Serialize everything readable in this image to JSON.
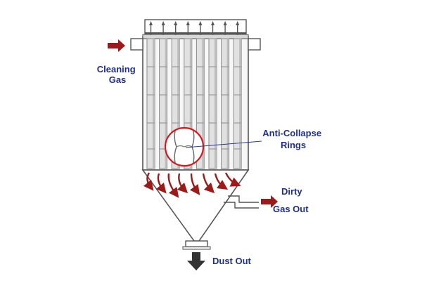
{
  "labels": {
    "cleaning_gas": [
      "Cleaning",
      "Gas"
    ],
    "anti_collapse": [
      "Anti-Collapse",
      "Rings"
    ],
    "dirty_gas": [
      "Dirty",
      "Gas Out"
    ],
    "dust_out": "Dust Out"
  },
  "colors": {
    "label_text": "#1f2f8c",
    "arrow_red": "#9b1b1b",
    "outline": "#555555",
    "bag_fill": "#e1e1e1",
    "bag_shade": "#bcbcbc",
    "dust_arrow": "#333333",
    "lens_ring": "#d9171b"
  },
  "icons": {
    "inlet_arrow": "arrow-right-icon",
    "outlet_arrow": "arrow-right-icon",
    "dust_arrow": "arrow-down-icon",
    "flow_arrows": "curved-arrow-icon"
  },
  "filter_bag_count": 8,
  "pulse_nozzle_count": 8
}
